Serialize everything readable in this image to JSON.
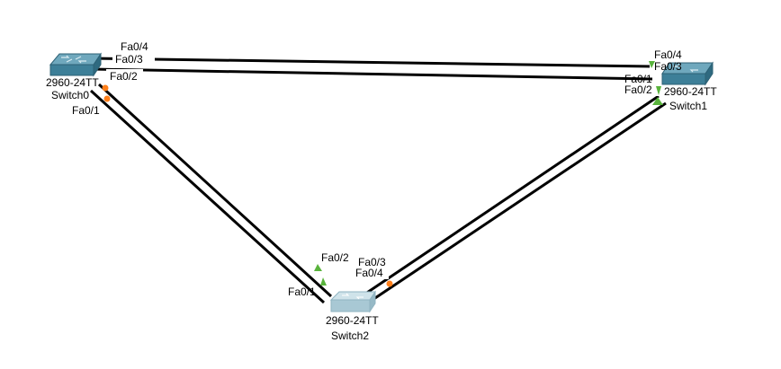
{
  "colors": {
    "background": "#ffffff",
    "link": "#000000",
    "port_up": "#59b33c",
    "port_blocking": "#ff7f1a",
    "switch_top": "#6fa8bd",
    "switch_body": "#3d7f98",
    "switch_light_top": "#cfe3ea",
    "switch_light_body": "#a8c8d4"
  },
  "devices": {
    "switch0": {
      "model": "2960-24TT",
      "name": "Switch0",
      "icon": "switch-icon"
    },
    "switch1": {
      "model": "2960-24TT",
      "name": "Switch1",
      "icon": "switch-icon"
    },
    "switch2": {
      "model": "2960-24TT",
      "name": "Switch2",
      "icon": "switch-icon"
    }
  },
  "ports": {
    "sw0_fa0_4": "Fa0/4",
    "sw0_fa0_3": "Fa0/3",
    "sw0_fa0_2": "Fa0/2",
    "sw0_fa0_1": "Fa0/1",
    "sw1_fa0_4": "Fa0/4",
    "sw1_fa0_3": "Fa0/3",
    "sw1_fa0_1": "Fa0/1",
    "sw1_fa0_2": "Fa0/2",
    "sw2_fa0_2": "Fa0/2",
    "sw2_fa0_3": "Fa0/3",
    "sw2_fa0_4": "Fa0/4",
    "sw2_fa0_1": "Fa0/1"
  },
  "links": [
    {
      "from": "Switch0 Fa0/4",
      "to": "Switch1 Fa0/4",
      "status": "up"
    },
    {
      "from": "Switch0 Fa0/3",
      "to": "Switch1 Fa0/3",
      "status": "up"
    },
    {
      "from": "Switch0 Fa0/2",
      "to": "Switch1 Fa0/1",
      "status": "up"
    },
    {
      "from": "Switch0 Fa0/1",
      "to": "Switch2 Fa0/1",
      "status": "blocking"
    },
    {
      "from": "Switch1 Fa0/2",
      "to": "Switch2 Fa0/4",
      "status": "up"
    }
  ]
}
